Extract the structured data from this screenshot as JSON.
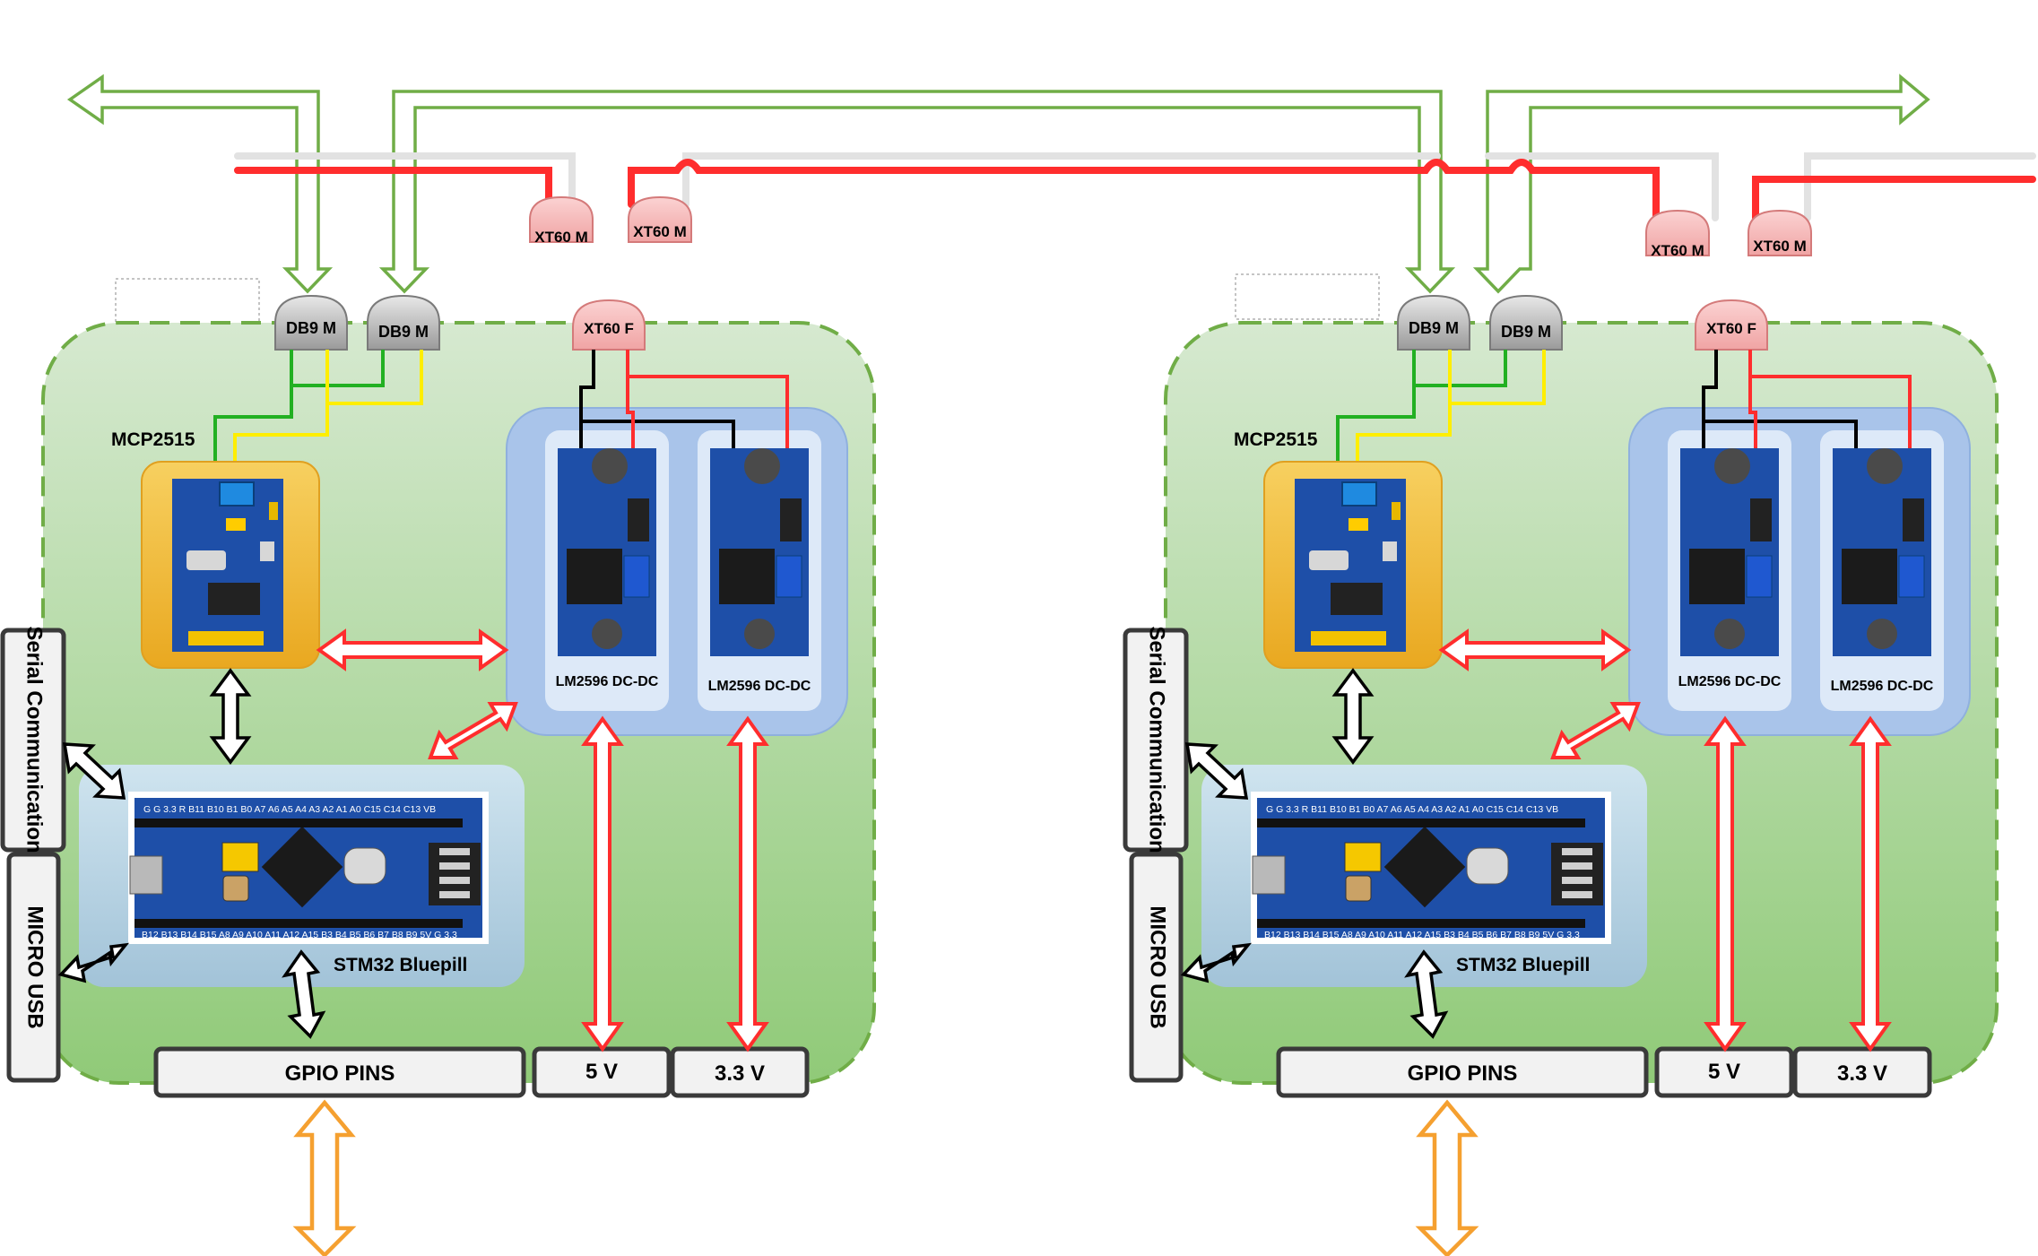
{
  "colors": {
    "background": "#ffffff",
    "board_fill_top": "#d4e8ce",
    "board_fill_bottom": "#92cb7a",
    "board_border": "#70ad47",
    "can_bus_arrow": "#70ad47",
    "power_line_red": "#ff2d2d",
    "power_line_grey": "#e2e2e2",
    "xt60_fill": "#f4b8b8",
    "db9_fill": "#bcbcbc",
    "mcp_module_fill": "#f0c030",
    "regulator_group_fill": "#a9c4ea",
    "stm32_panel_fill": "#b5d3e3",
    "power_bidir_arrow": "#ff2d2d",
    "data_bidir_arrow": "#000000",
    "gpio_arrow": "#f5a030",
    "label_box_fill": "#f2f2f2",
    "label_box_border": "#3a3a3a",
    "pcb_blue": "#1e4fa8"
  },
  "nodes": [
    {
      "id": "node-1",
      "db9_labels": [
        "DB9 M",
        "DB9 M"
      ],
      "xt60_female_label": "XT60 F",
      "xt60_male_labels": [
        "XT60 M",
        "XT60 M"
      ],
      "can_module_label": "MCP2515",
      "regulator_labels": [
        "LM2596 DC-DC",
        "LM2596 DC-DC"
      ],
      "mcu_label": "STM32 Bluepill",
      "serial_label": "Serial Communication",
      "usb_label": "MICRO USB",
      "gpio_label": "GPIO PINS",
      "rail_5v_label": "5 V",
      "rail_3v3_label": "3.3 V"
    },
    {
      "id": "node-2",
      "db9_labels": [
        "DB9 M",
        "DB9 M"
      ],
      "xt60_female_label": "XT60 F",
      "xt60_male_labels": [
        "XT60 M",
        "XT60 M"
      ],
      "can_module_label": "MCP2515",
      "regulator_labels": [
        "LM2596 DC-DC",
        "LM2596 DC-DC"
      ],
      "mcu_label": "STM32 Bluepill",
      "serial_label": "Serial Communication",
      "usb_label": "MICRO USB",
      "gpio_label": "GPIO PINS",
      "rail_5v_label": "5 V",
      "rail_3v3_label": "3.3 V"
    }
  ],
  "bluepill_header_top": "G  G  3.3  R  B11 B10 B1  B0  A7  A6  A5  A4  A3  A2  A1  A0  C15 C14 C13 VB",
  "bluepill_header_bottom": "B12 B13 B14 B15 A8  A9  A10 A11 A12 A15 B3  B4  B5  B6  B7  B8  B9  5V  G  3.3",
  "icons": [
    "db9-connector-icon",
    "xt60-connector-icon",
    "mcp2515-board-icon",
    "lm2596-board-icon",
    "stm32-bluepill-board-icon"
  ]
}
